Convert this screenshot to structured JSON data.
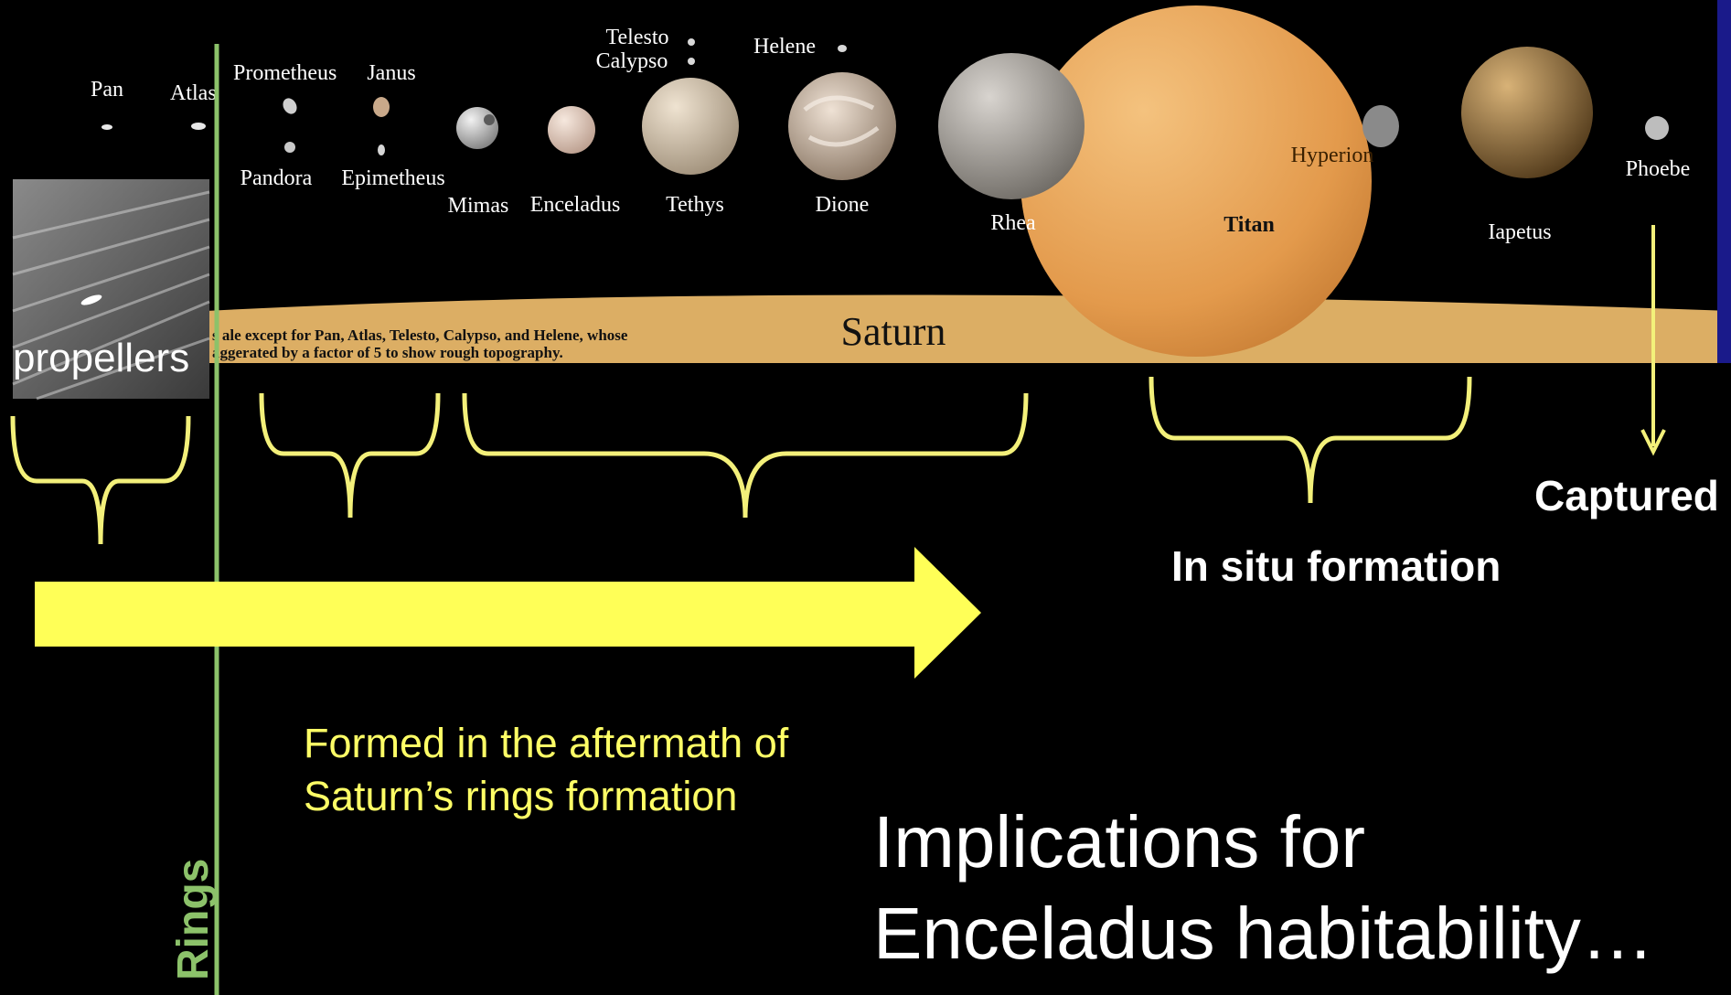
{
  "figure": {
    "moons": [
      {
        "name": "Pan",
        "color": "#e8e8e8"
      },
      {
        "name": "Atlas",
        "color": "#e8e8e8"
      },
      {
        "name": "Prometheus",
        "color": "#cfcfcf"
      },
      {
        "name": "Pandora",
        "color": "#cfcfcf"
      },
      {
        "name": "Janus",
        "color": "#c9a98a"
      },
      {
        "name": "Epimetheus",
        "color": "#d6d6d6"
      },
      {
        "name": "Telesto",
        "color": "#d8d8d8"
      },
      {
        "name": "Calypso",
        "color": "#d8d8d8"
      },
      {
        "name": "Helene",
        "color": "#d8d8d8"
      },
      {
        "name": "Mimas",
        "color": "#bdbdbd"
      },
      {
        "name": "Enceladus",
        "color": "#e6d2c6"
      },
      {
        "name": "Tethys",
        "color": "#d6c4ad"
      },
      {
        "name": "Dione",
        "color": "#b7a38f"
      },
      {
        "name": "Rhea",
        "color": "#a8a39d"
      },
      {
        "name": "Titan",
        "color": "#e5a257"
      },
      {
        "name": "Hyperion",
        "color": "#8a8a8a"
      },
      {
        "name": "Iapetus",
        "color": "#8c6a3a"
      },
      {
        "name": "Phoebe",
        "color": "#bdbdbd"
      }
    ],
    "saturn_label": "Saturn",
    "scale_note_line1": "s ale except for Pan, Atlas, Telesto, Calypso, and Helene, whose",
    "scale_note_line2": "aggerated by a factor of 5 to show rough topography.",
    "inset_label": "propellers"
  },
  "annotations": {
    "rings_label": "Rings",
    "captured": "Captured",
    "in_situ": "In situ formation",
    "formed_line1": "Formed in the aftermath of",
    "formed_line2": "Saturn’s rings formation",
    "implications_line1": "Implications for",
    "implications_line2": "Enceladus habitability…"
  },
  "colors": {
    "background": "#000000",
    "saturn_band": "#dcae64",
    "bracket_yellow": "#f3f07a",
    "arrow_yellow": "#ffff57",
    "rings_green": "#8cc26a",
    "formed_text": "#ffff66",
    "white": "#ffffff"
  }
}
